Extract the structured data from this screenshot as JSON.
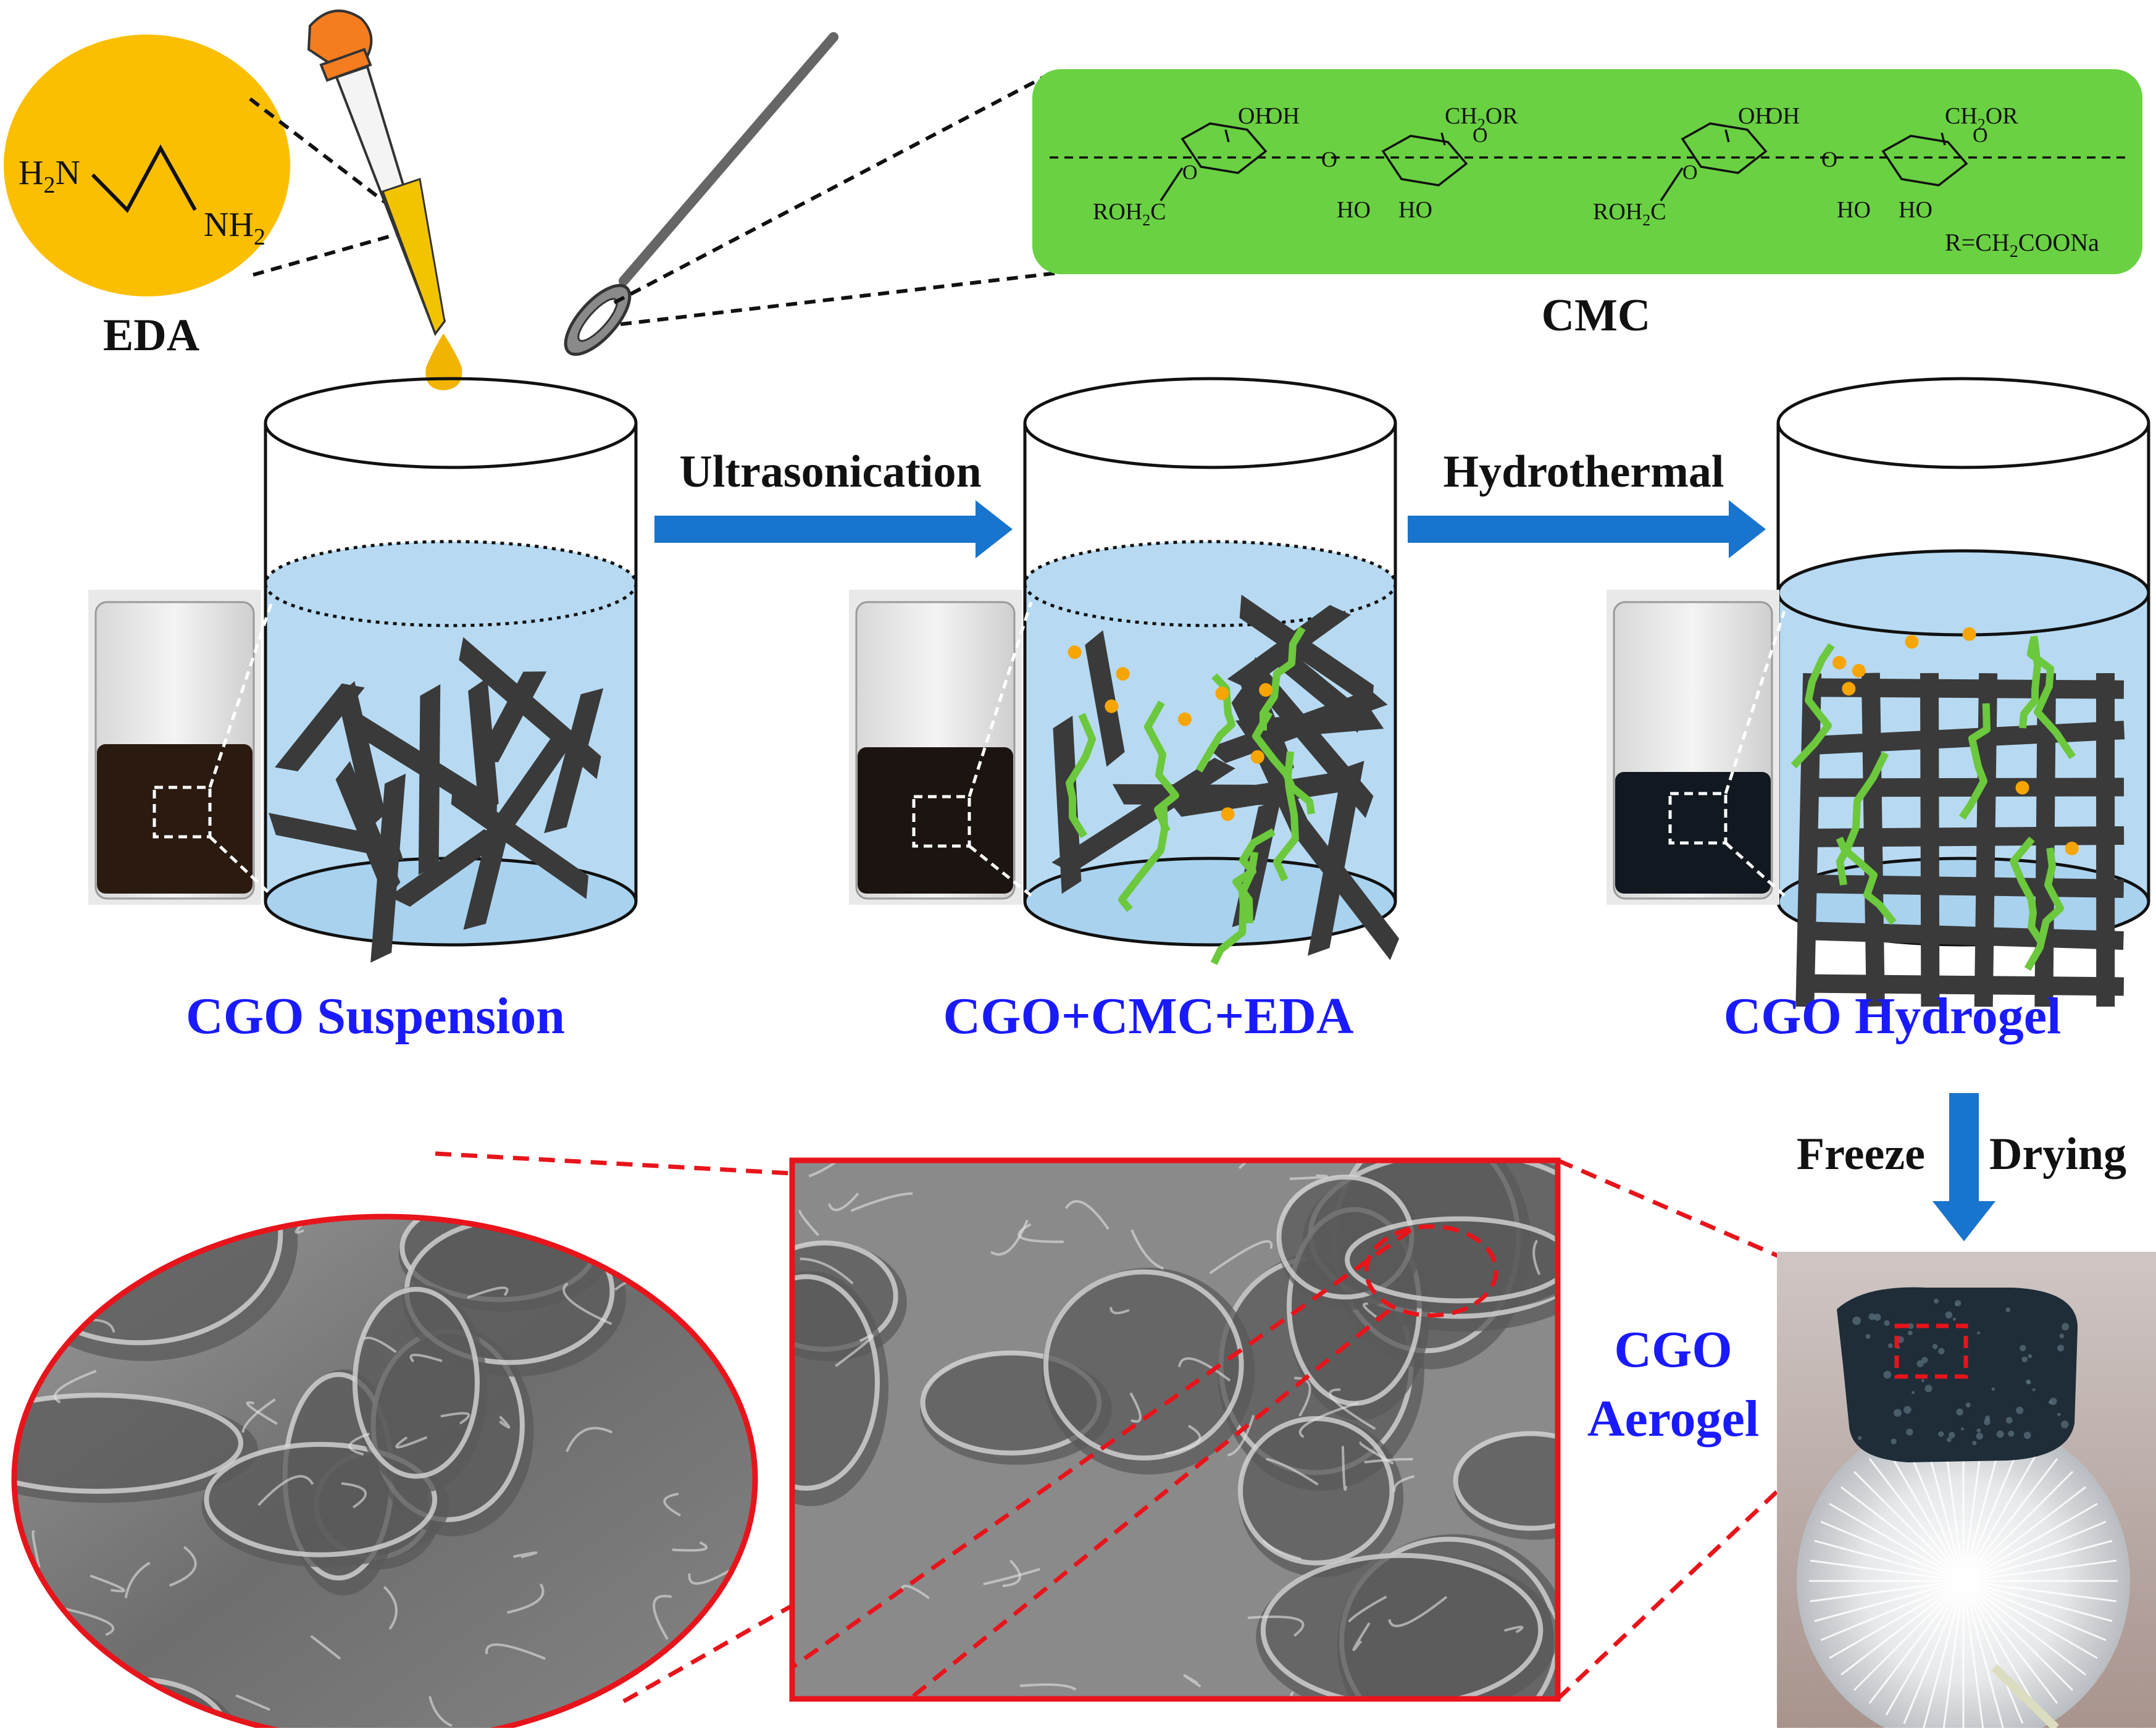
{
  "eda": {
    "label": "EDA",
    "nh2_left_h": "H",
    "nh2_left_sub": "2",
    "nh2_left_n": "N",
    "nh2_right_n": "NH",
    "nh2_right_sub": "2"
  },
  "cmc": {
    "label": "CMC",
    "oh": "OH",
    "ho": "HO",
    "o": "O",
    "ch2or": "CH",
    "ch2or_sub": "2",
    "ch2or_tail": "OR",
    "roh2c": "ROH",
    "roh2c_sub": "2",
    "roh2c_tail": "C",
    "r_def": "R=CH",
    "r_def_sub": "2",
    "r_def_tail": "COONa"
  },
  "steps": {
    "step1": "Ultrasonication",
    "step2": "Hydrothermal",
    "step3_left": "Freeze",
    "step3_right": "Drying"
  },
  "stages": {
    "s1": "CGO Suspension",
    "s2": "CGO+CMC+EDA",
    "s3": "CGO Hydrogel",
    "s4_line1": "CGO",
    "s4_line2": "Aerogel"
  },
  "colors": {
    "eda_circle": "#fbbf00",
    "cmc_box": "#6ad142",
    "water": "#b7daf2",
    "arrow": "#1874cd",
    "sheet": "#3a3a3a",
    "chain": "#6cc83c",
    "dot": "#f7a500",
    "magnify": "#e8141b",
    "stage_label": "#1a1aff"
  }
}
